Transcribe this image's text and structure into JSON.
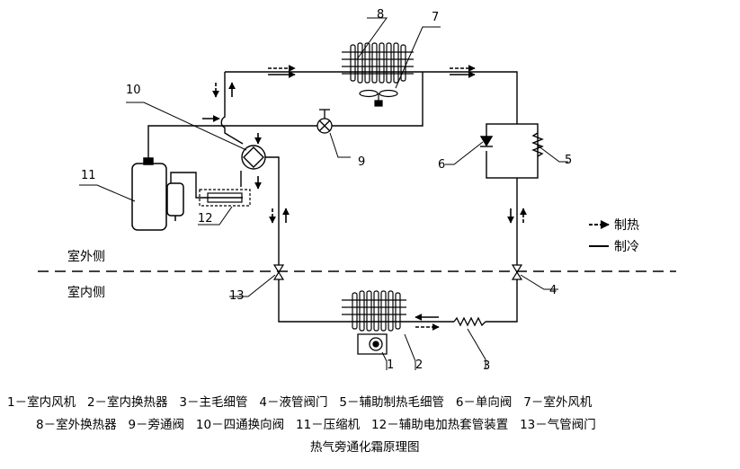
{
  "diagram": {
    "title": "热气旁通化霜原理图",
    "outdoor_label": "室外侧",
    "indoor_label": "室内侧",
    "legend": [
      {
        "symbol": "heating-arrow",
        "label": "制热"
      },
      {
        "symbol": "cooling-arrow",
        "label": "制冷"
      }
    ],
    "components": [
      {
        "id": "1",
        "label": "1",
        "text": "室内风机"
      },
      {
        "id": "2",
        "label": "2",
        "text": "室内换热器"
      },
      {
        "id": "3",
        "label": "3",
        "text": "主毛细管"
      },
      {
        "id": "4",
        "label": "4",
        "text": "液管阀门"
      },
      {
        "id": "5",
        "label": "5",
        "text": "辅助制热毛细管"
      },
      {
        "id": "6",
        "label": "6",
        "text": "单向阀"
      },
      {
        "id": "7",
        "label": "7",
        "text": "室外风机"
      },
      {
        "id": "8",
        "label": "8",
        "text": "室外换热器"
      },
      {
        "id": "9",
        "label": "9",
        "text": "旁通阀"
      },
      {
        "id": "10",
        "label": "10",
        "text": "四通换向阀"
      },
      {
        "id": "11",
        "label": "11",
        "text": "压缩机"
      },
      {
        "id": "12",
        "label": "12",
        "text": "辅助电加热套管装置"
      },
      {
        "id": "13",
        "label": "13",
        "text": "气管阀门"
      }
    ],
    "caption_lines": [
      "1－室内风机   2－室内换热器   3－主毛细管   4－液管阀门   5－辅助制热毛细管   6－单向阀   7－室外风机",
      "8－室外换热器   9－旁通阀   10－四通换向阀   11－压缩机   12－辅助电加热套管装置   13－气管阀门"
    ]
  }
}
